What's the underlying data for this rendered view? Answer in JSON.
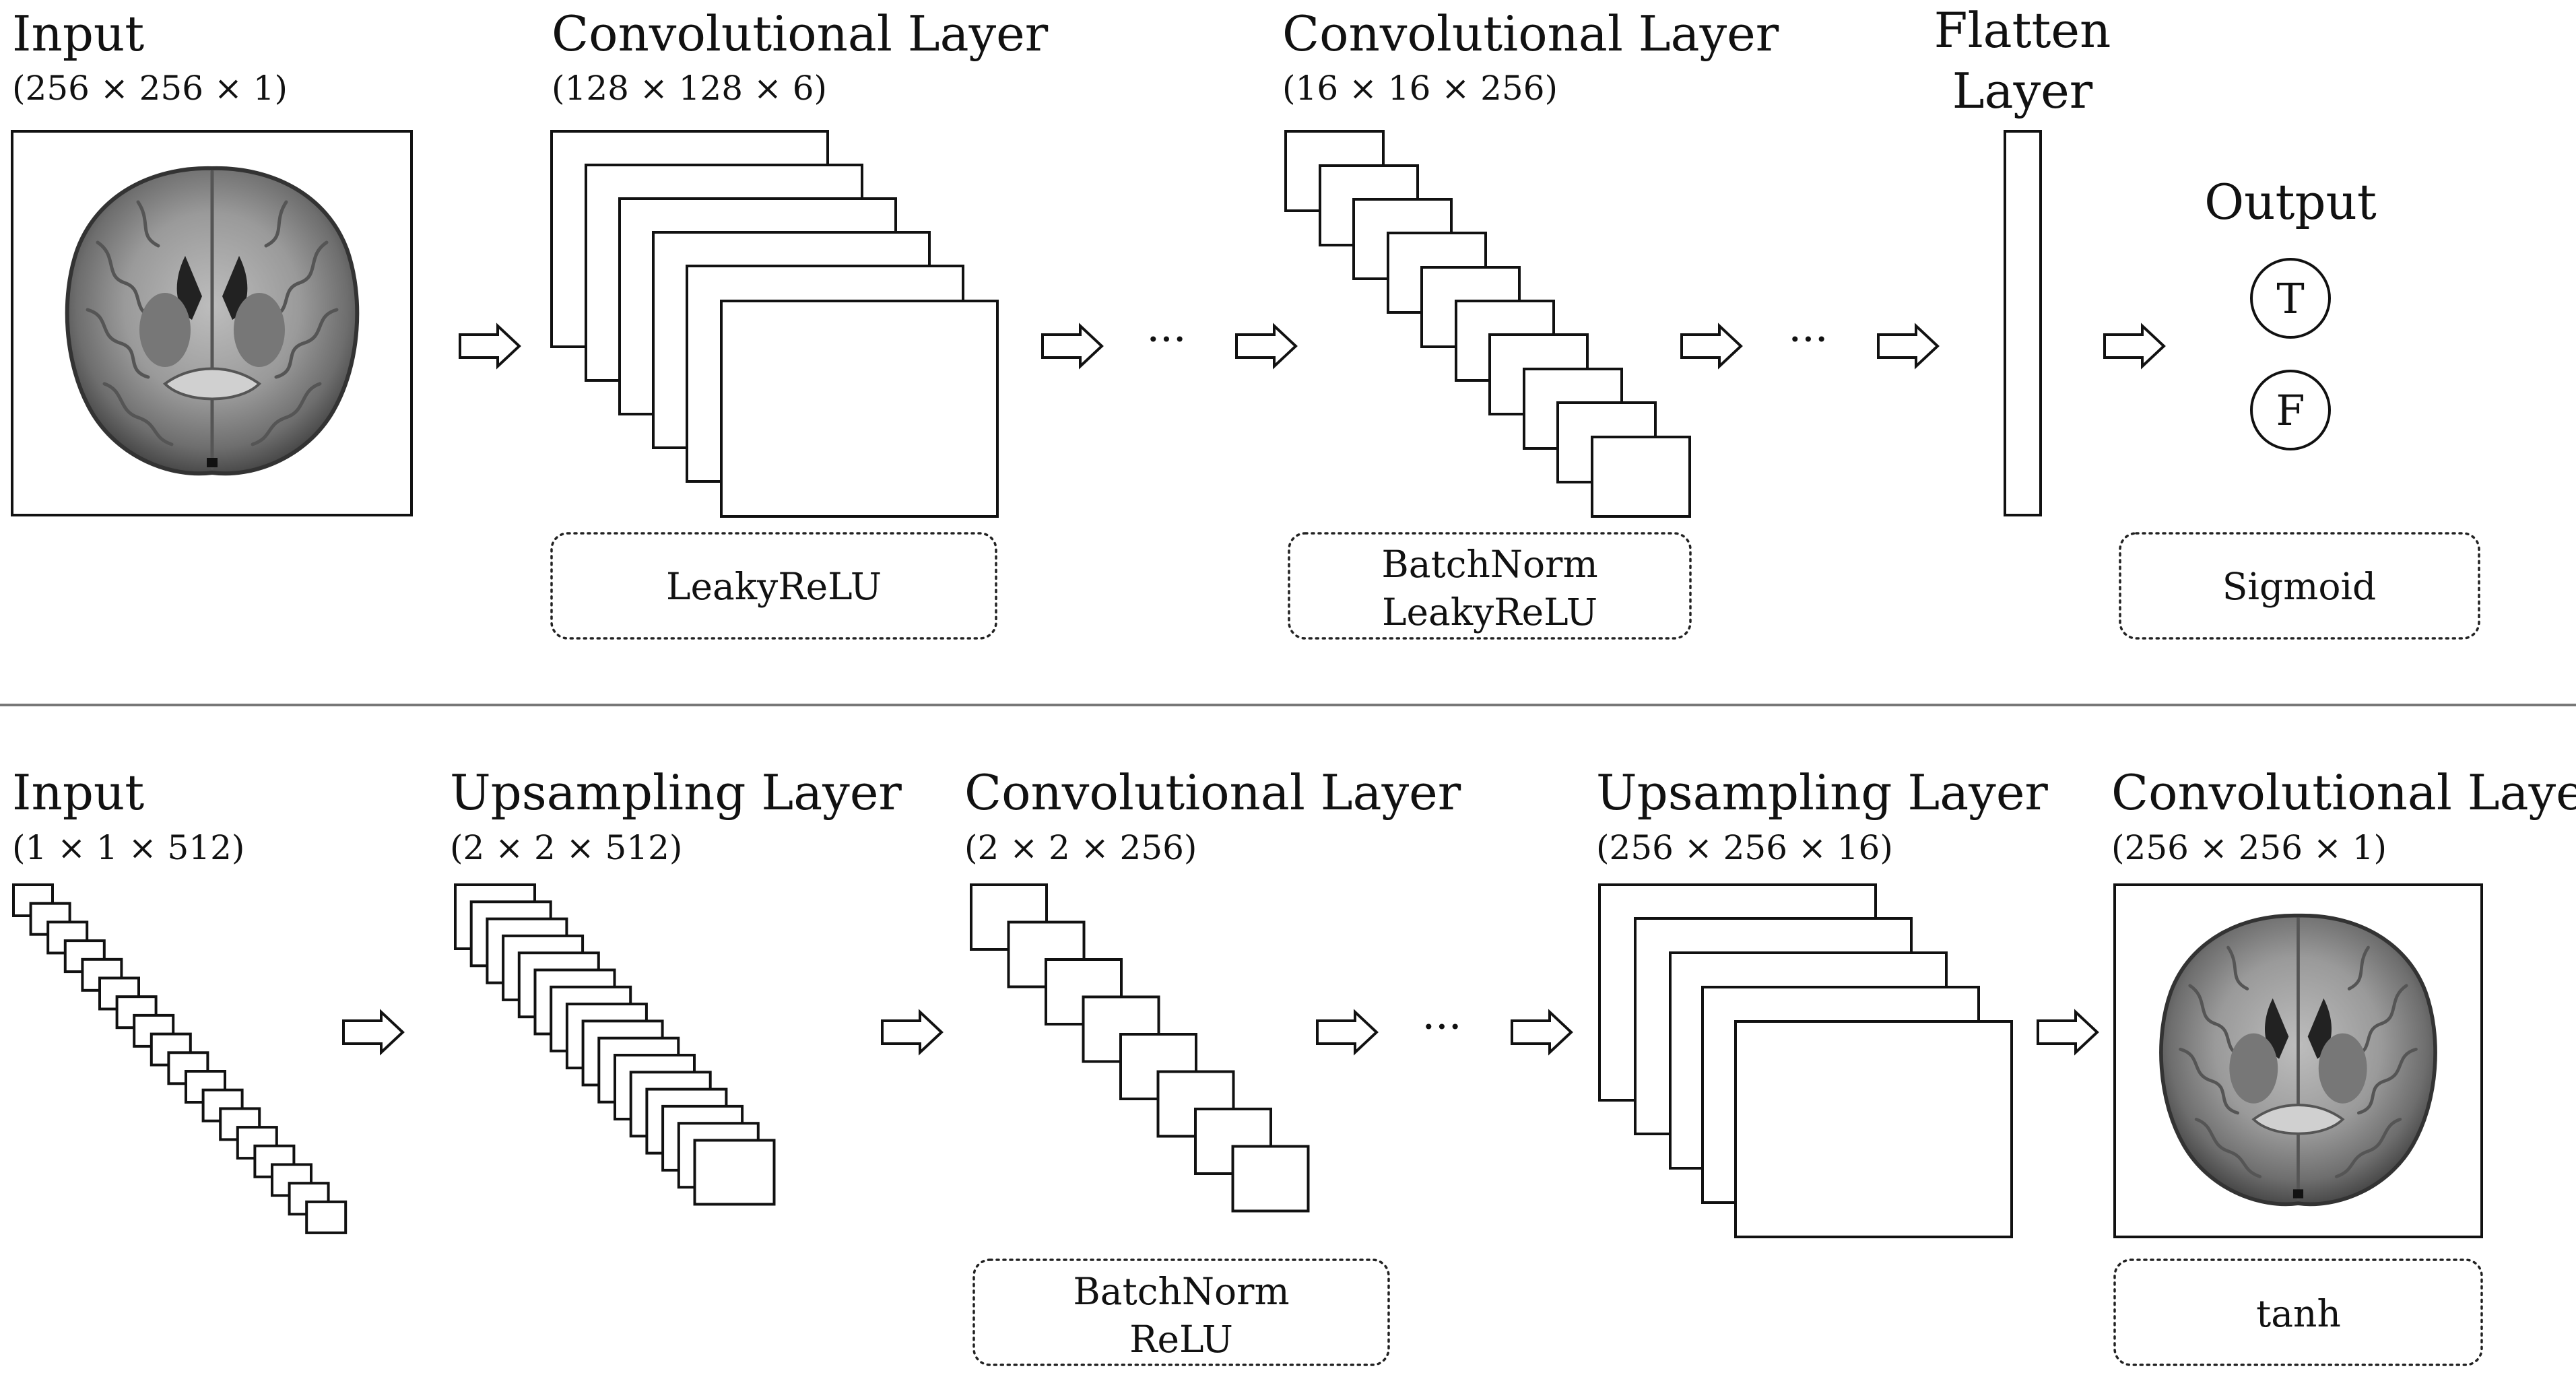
{
  "discriminator": {
    "input": {
      "title": "Input",
      "dims": "(256 × 256 × 1)"
    },
    "conv1": {
      "title": "Convolutional Layer",
      "dims": "(128 × 128 × 6)",
      "activation": "LeakyReLU"
    },
    "conv2": {
      "title": "Convolutional Layer",
      "dims": "(16 × 16 × 256)",
      "activation_line1": "BatchNorm",
      "activation_line2": "LeakyReLU"
    },
    "flatten": {
      "title_line1": "Flatten",
      "title_line2": "Layer"
    },
    "output": {
      "title": "Output",
      "true_label": "T",
      "false_label": "F",
      "activation": "Sigmoid"
    },
    "ellipsis_1": "···",
    "ellipsis_2": "···"
  },
  "generator": {
    "input": {
      "title": "Input",
      "dims": "(1 × 1 × 512)"
    },
    "upsample1": {
      "title": "Upsampling Layer",
      "dims": "(2 × 2 × 512)"
    },
    "conv1": {
      "title": "Convolutional Layer",
      "dims": "(2 × 2 × 256)",
      "activation_line1": "BatchNorm",
      "activation_line2": "ReLU"
    },
    "upsample2": {
      "title": "Upsampling Layer",
      "dims": "(256 × 256 × 16)"
    },
    "conv_out": {
      "title": "Convolutional Layer",
      "dims": "(256 × 256 × 1)",
      "activation": "tanh"
    },
    "ellipsis": "···"
  },
  "icons": {
    "input_image": "brain-mri-icon",
    "output_image": "brain-mri-icon",
    "arrow": "hollow-right-arrow-icon"
  }
}
